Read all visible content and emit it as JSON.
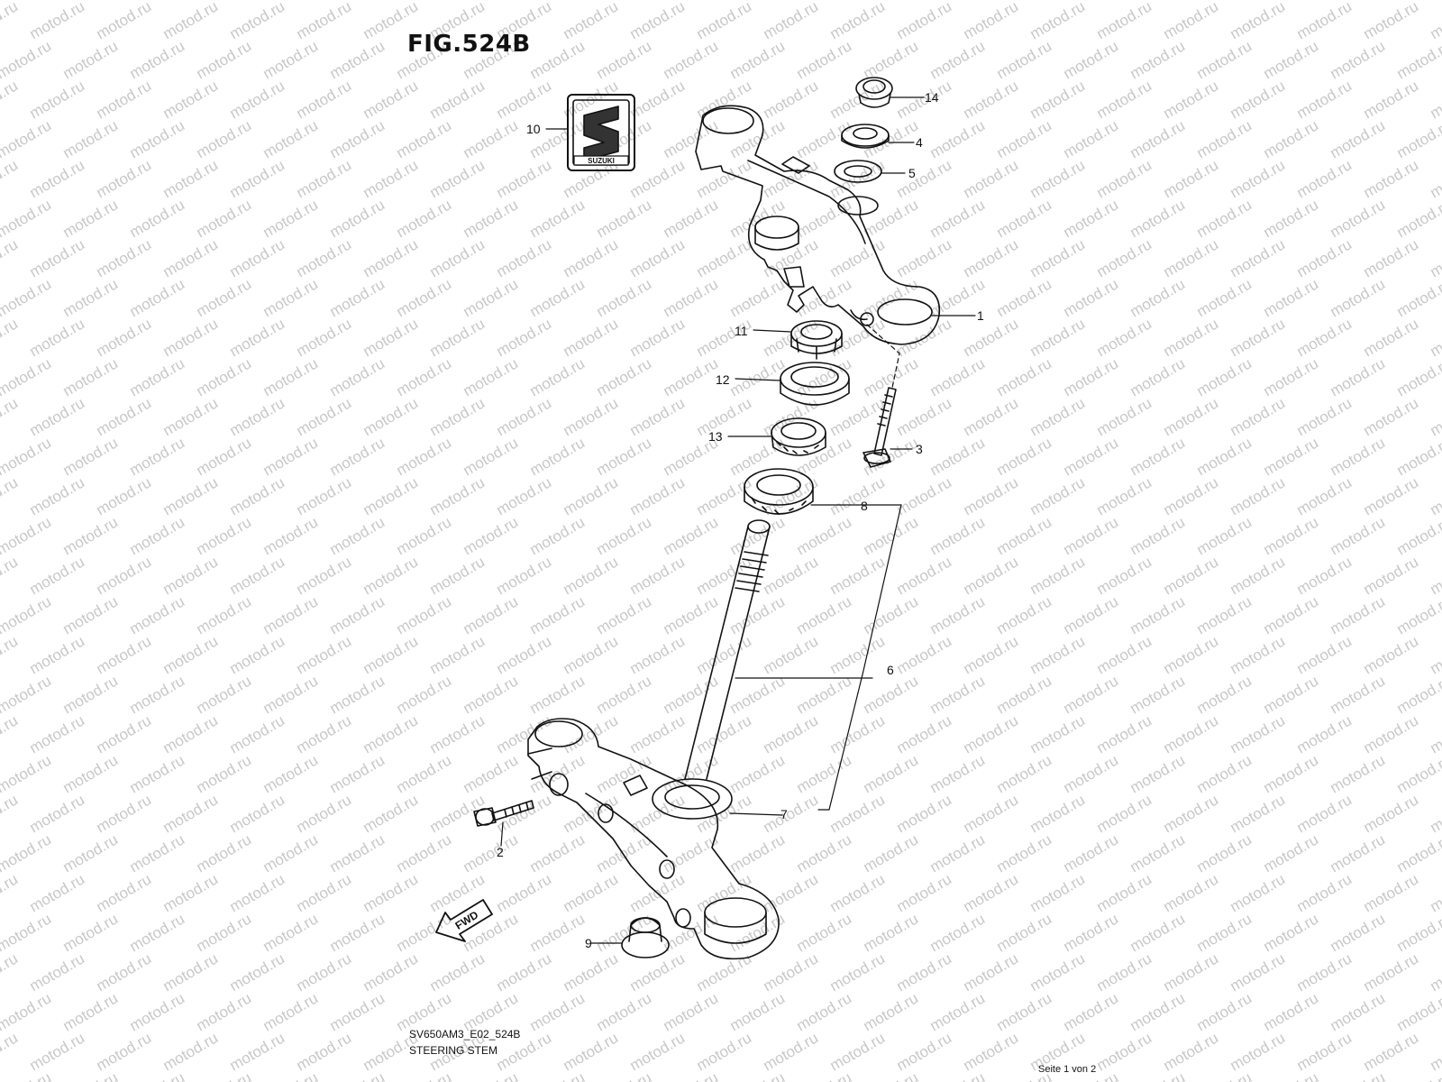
{
  "figure": {
    "title": "FIG.524B",
    "model_code": "SV650AM3_E02_524B",
    "section_name": "STEERING STEM"
  },
  "watermark": {
    "text": "motod.ru",
    "color": "#c8c8c8"
  },
  "logo": {
    "text": "SUZUKI"
  },
  "fwd_arrow": {
    "label": "FWD"
  },
  "callouts": [
    {
      "id": "1",
      "label": "1",
      "part": "upper bracket"
    },
    {
      "id": "2",
      "label": "2",
      "part": "bolt"
    },
    {
      "id": "3",
      "label": "3",
      "part": "bolt"
    },
    {
      "id": "4",
      "label": "4",
      "part": "washer"
    },
    {
      "id": "5",
      "label": "5",
      "part": "washer"
    },
    {
      "id": "6",
      "label": "6",
      "part": "steering stem assembly"
    },
    {
      "id": "7",
      "label": "7",
      "part": "dust seal"
    },
    {
      "id": "8",
      "label": "8",
      "part": "bearing"
    },
    {
      "id": "9",
      "label": "9",
      "part": "plug"
    },
    {
      "id": "10",
      "label": "10",
      "part": "emblem"
    },
    {
      "id": "11",
      "label": "11",
      "part": "nut"
    },
    {
      "id": "12",
      "label": "12",
      "part": "dust seal"
    },
    {
      "id": "13",
      "label": "13",
      "part": "bearing"
    },
    {
      "id": "14",
      "label": "14",
      "part": "cap"
    }
  ],
  "footer": {
    "page_text": "Seite 1 von 2"
  }
}
